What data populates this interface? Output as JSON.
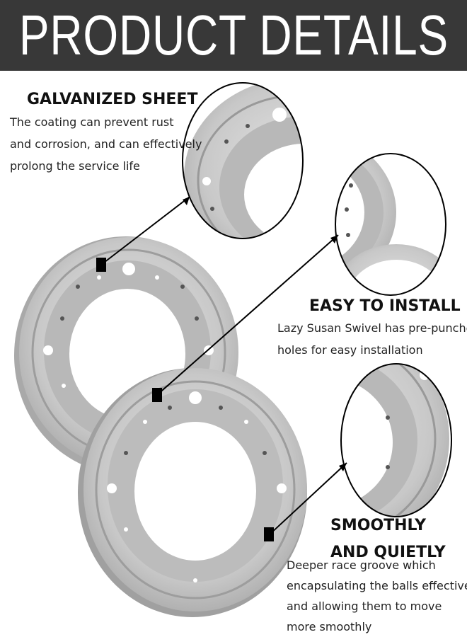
{
  "header": {
    "title": "PRODUCT DETAILS"
  },
  "features": [
    {
      "title": "GALVANIZED SHEET",
      "lines": [
        "The coating can prevent rust",
        "and corrosion, and can effectively",
        "prolong the service life"
      ]
    },
    {
      "title": "EASY TO INSTALL",
      "lines": [
        "Lazy Susan Swivel has pre-punched",
        "holes for easy installation"
      ]
    },
    {
      "title": "SMOOTHLY AND QUIETLY",
      "lines": [
        "Deeper race groove which",
        "encapsulating the balls effectively",
        "and allowing them to move",
        "more smoothly"
      ]
    }
  ],
  "colors": {
    "banner": "#383838",
    "metal": "#c9c9c9",
    "metal_dark": "#a9a9a9",
    "marker": "#000000"
  }
}
